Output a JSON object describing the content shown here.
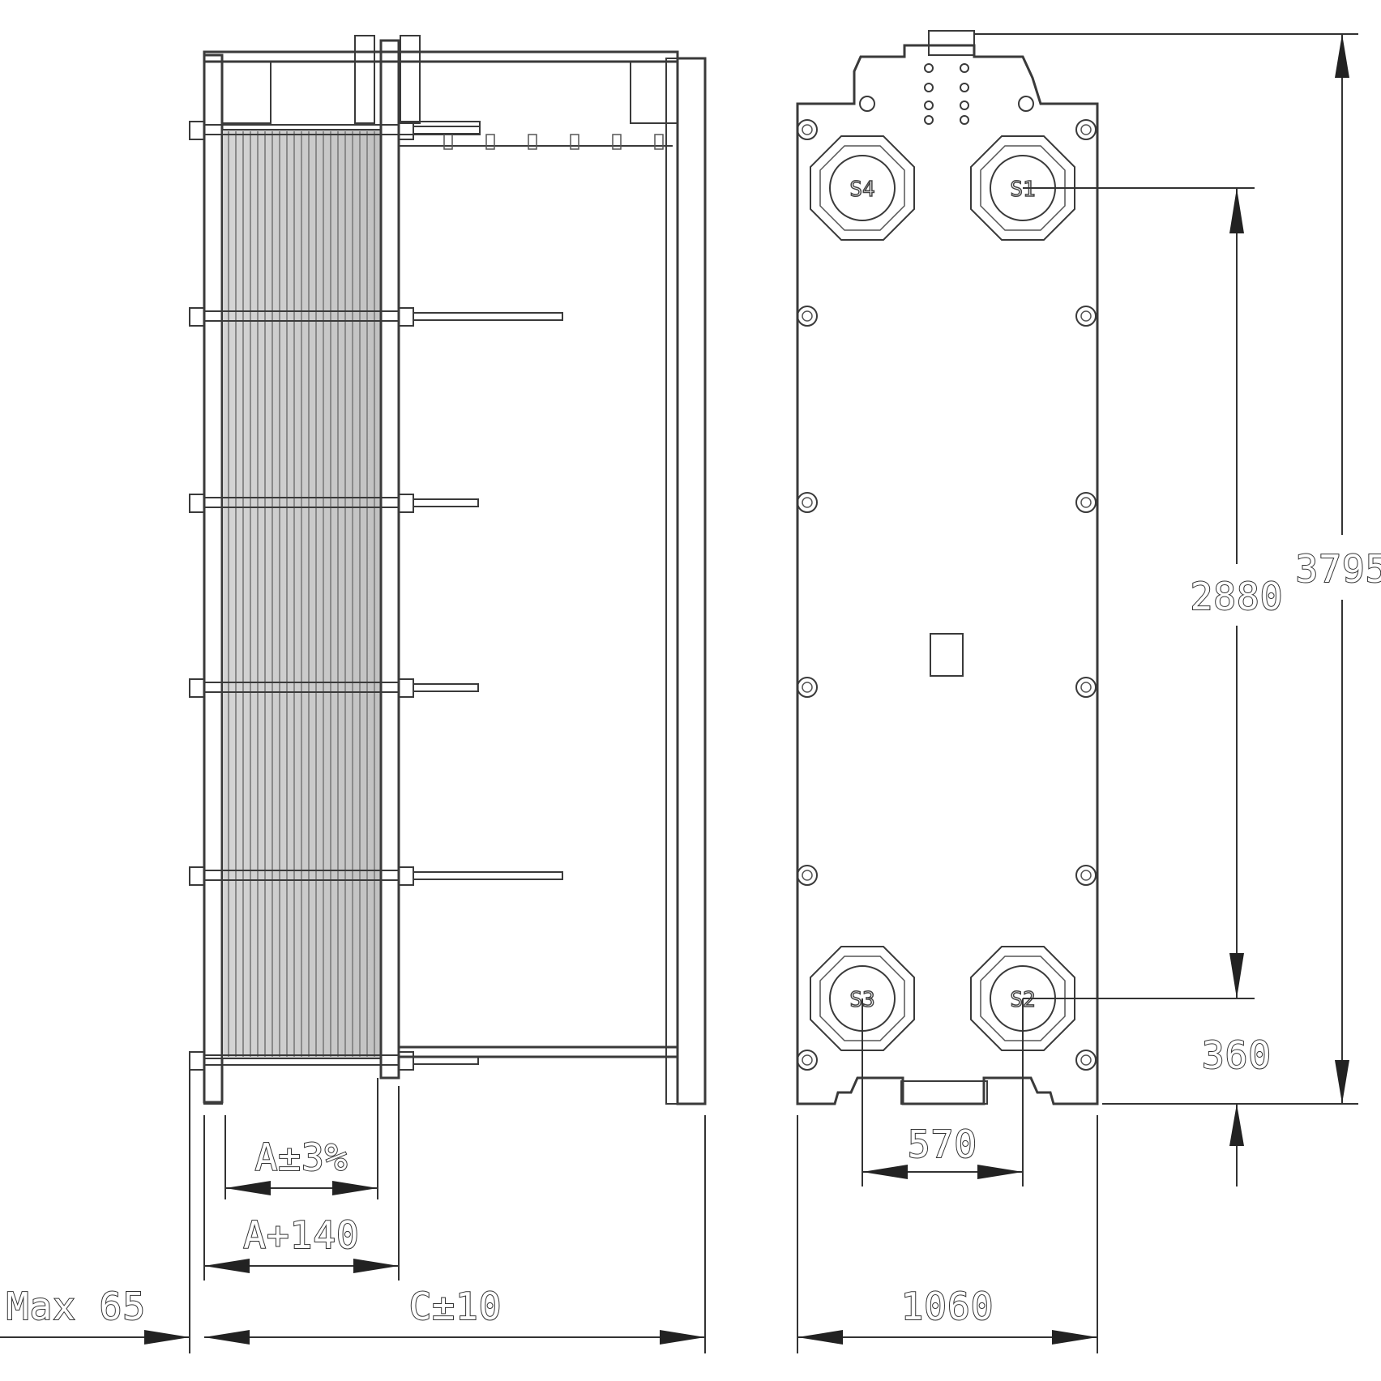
{
  "dimensions": {
    "total_height": "3795",
    "port_spacing_vertical": "2880",
    "bottom_to_port": "360",
    "port_spacing_horizontal": "570",
    "frame_width": "1060",
    "plate_pack": "A±3%",
    "plate_pack_plus": "A+140",
    "clearance": "Max 65",
    "c_length": "C±10"
  },
  "ports": {
    "top_left": "S4",
    "top_right": "S1",
    "bottom_left": "S3",
    "bottom_right": "S2"
  }
}
